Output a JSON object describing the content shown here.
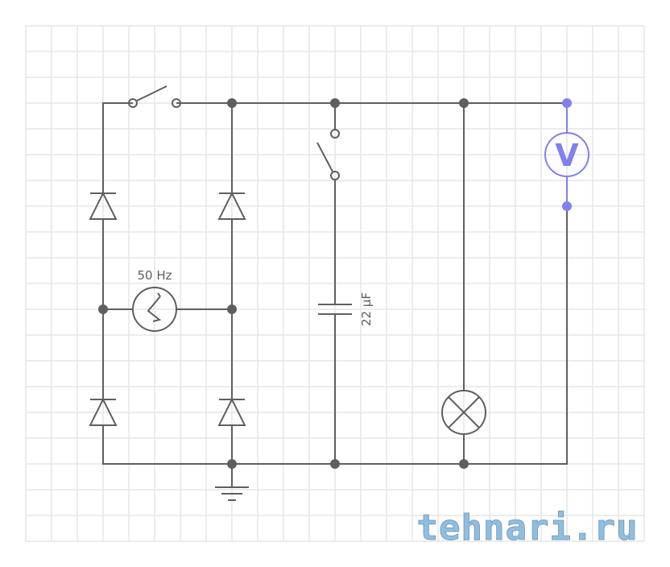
{
  "diagram": {
    "source_label": "50 Hz",
    "capacitor_label": "22 µF",
    "voltmeter_label": "V",
    "watermark": "tehnari.ru"
  },
  "colors": {
    "wire": "#5f5f5f",
    "voltmeter": "#8080ee",
    "grid": "#e6e6e6",
    "watermark": "#8fbfe0"
  }
}
